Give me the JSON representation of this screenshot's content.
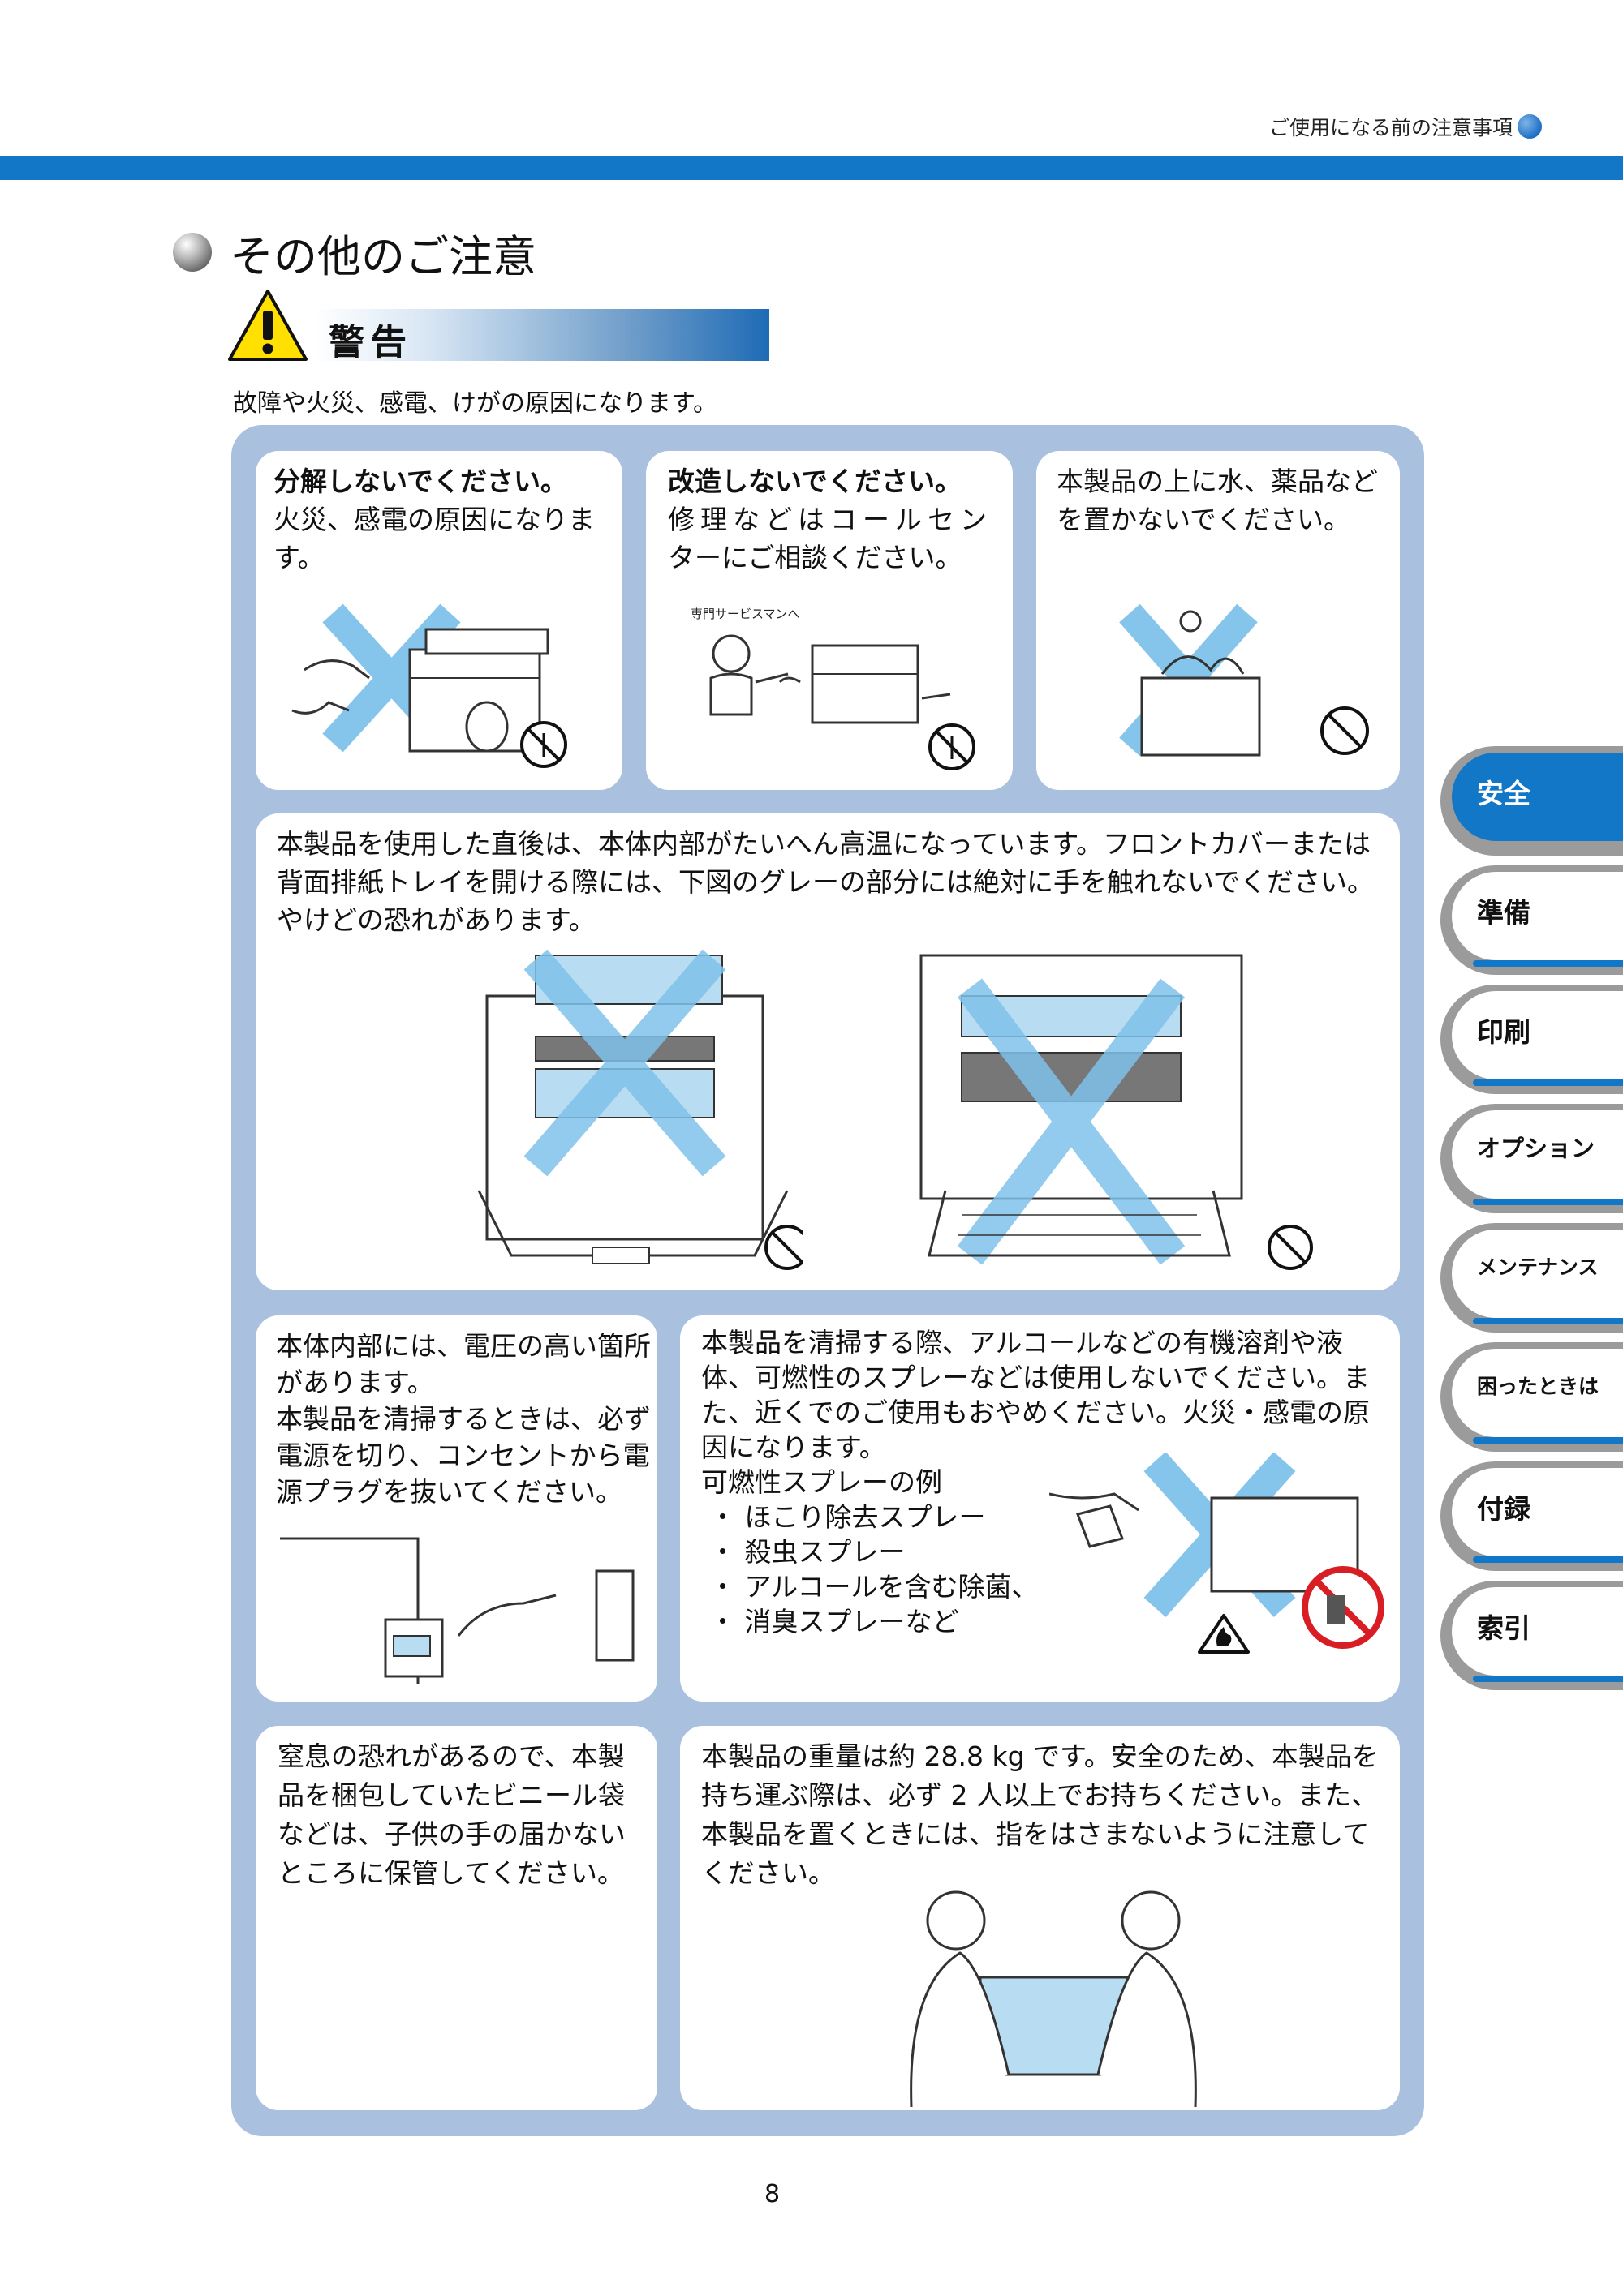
{
  "header": {
    "section": "ご使用になる前の注意事項"
  },
  "section_title": "その他のご注意",
  "warning": {
    "label": "警告",
    "intro": "故障や火災、感電、けがの原因になります。"
  },
  "cards": {
    "disassemble": {
      "title": "分解しないでください。",
      "line1": "火災、感電の原因になりま",
      "line2": "す。"
    },
    "modify": {
      "title": "改造しないでください。",
      "line1": "修理などはコールセン",
      "line2": "ターにご相談ください。",
      "caption": "専門サービスマンへ"
    },
    "water": {
      "line1": "本製品の上に水、薬品など",
      "line2": "を置かないでください。"
    },
    "hot": {
      "line1": "本製品を使用した直後は、本体内部がたいへん高温になっています。フロントカバーまたは",
      "line2": "背面排紙トレイを開ける際には、下図のグレーの部分には絶対に手を触れないでください。",
      "line3": "やけどの恐れがあります。"
    },
    "voltage": {
      "lines": [
        "本体内部には、電圧の高い箇所",
        "があります。",
        "本製品を清掃するときは、必ず",
        "電源を切り、コンセントから電",
        "源プラグを抜いてください。"
      ]
    },
    "spray": {
      "lines": [
        "本製品を清掃する際、アルコールなどの有機溶剤や液",
        "体、可燃性のスプレーなどは使用しないでください。ま",
        "た、近くでのご使用もおやめください。火災・感電の原",
        "因になります。"
      ],
      "list_title": "可燃性スプレーの例",
      "items": [
        "ほこり除去スプレー",
        "殺虫スプレー",
        "アルコールを含む除菌、",
        "消臭スプレーなど"
      ]
    },
    "suffocation": {
      "lines": [
        "窒息の恐れがあるので、本製",
        "品を梱包していたビニール袋",
        "などは、子供の手の届かない",
        "ところに保管してください。"
      ]
    },
    "weight": {
      "lines": [
        "本製品の重量は約 28.8 kg です。安全のため、本製品を",
        "持ち運ぶ際は、必ず 2 人以上でお持ちください。また、",
        "本製品を置くときには、指をはさまないように注意して",
        "ください。"
      ]
    }
  },
  "tabs": [
    {
      "label": "安全",
      "active": true
    },
    {
      "label": "準備",
      "active": false
    },
    {
      "label": "印刷",
      "active": false
    },
    {
      "label": "オプション",
      "active": false
    },
    {
      "label": "メンテナンス",
      "active": false
    },
    {
      "label": "困ったときは",
      "active": false
    },
    {
      "label": "付録",
      "active": false
    },
    {
      "label": "索引",
      "active": false
    }
  ],
  "page_number": "8",
  "colors": {
    "accent_blue": "#1377c7",
    "panel": "#a9c1df",
    "cross": "#7fc2ea"
  }
}
